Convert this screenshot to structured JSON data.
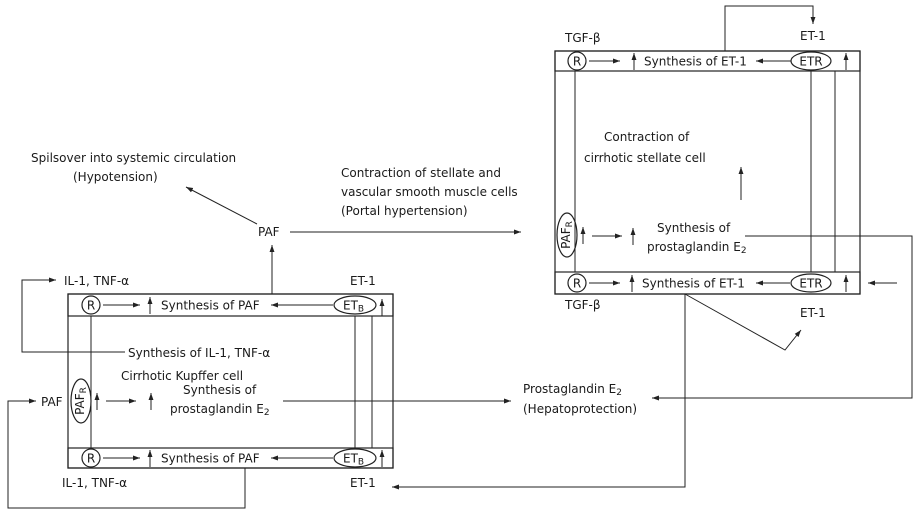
{
  "labels": {
    "spillover_line1": "Spilsover into systemic circulation",
    "spillover_line2": "(Hypotension)",
    "contraction_line1": "Contraction of stellate and",
    "contraction_line2": "vascular smooth muscle cells",
    "contraction_line3": "(Portal hypertension)",
    "paf_center": "PAF",
    "il1_tnf_top": "IL-1, TNF-α",
    "il1_tnf_bottom": "IL-1, TNF-α",
    "et1_kupffer_top": "ET-1",
    "et1_kupffer_bottom": "ET-1",
    "paf_left": "PAF",
    "synthesis_il1": "Synthesis of IL-1, TNF-α",
    "cirrhotic_kupffer": "Cirrhotic Kupffer cell",
    "synthesis_of_k": "Synthesis of",
    "prostaglandin_k": "prostaglandin E",
    "synthesis_paf_top": "Synthesis of PAF",
    "synthesis_paf_bottom": "Synthesis of PAF",
    "tgf_top": "TGF-β",
    "tgf_bottom": "TGF-β",
    "et1_stellate_top": "ET-1",
    "et1_stellate_bottom": "ET-1",
    "synthesis_et1_top": "Synthesis of ET-1",
    "synthesis_et1_bottom": "Synthesis of ET-1",
    "contraction_cirrhotic_1": "Contraction of",
    "contraction_cirrhotic_2": "cirrhotic stellate cell",
    "synthesis_of_s": "Synthesis of",
    "prostaglandin_s": "prostaglandin E",
    "pge2_line1": "Prostaglandin E",
    "pge2_line2": "(Hepatoprotection)",
    "sub_2": "2"
  },
  "receptors": {
    "r": "R",
    "etb": "ET",
    "etb_sub": "B",
    "etr": "ETR",
    "paf": "PAF",
    "paf_sub": "R"
  }
}
